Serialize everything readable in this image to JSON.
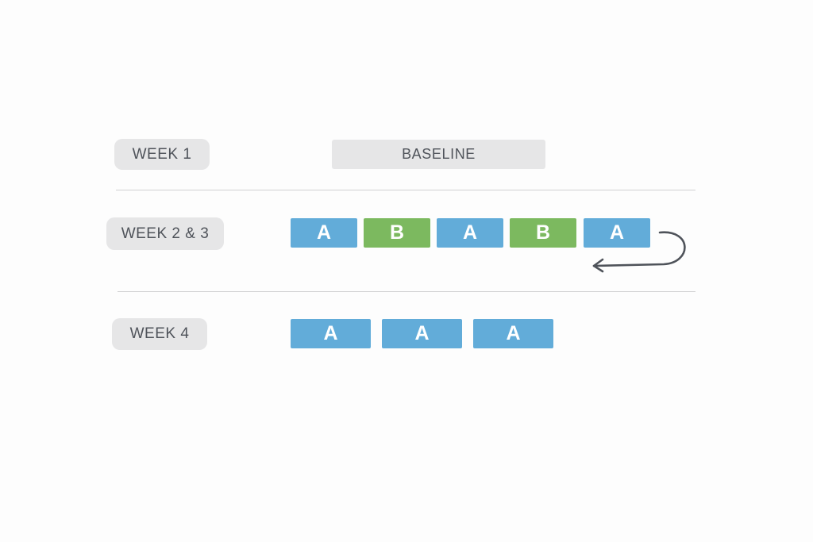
{
  "rows": {
    "week1": {
      "label": "WEEK 1",
      "baseline_label": "BASELINE"
    },
    "week23": {
      "label": "WEEK 2 & 3",
      "blocks": [
        "A",
        "B",
        "A",
        "B",
        "A"
      ],
      "repeat_arrow_icon": "curved-loop-arrow-icon"
    },
    "week4": {
      "label": "WEEK 4",
      "blocks": [
        "A",
        "A",
        "A"
      ]
    }
  },
  "colors": {
    "A": "#62acd9",
    "B": "#7cb95f",
    "pill_bg": "#e6e6e7",
    "text": "#4f535a"
  }
}
